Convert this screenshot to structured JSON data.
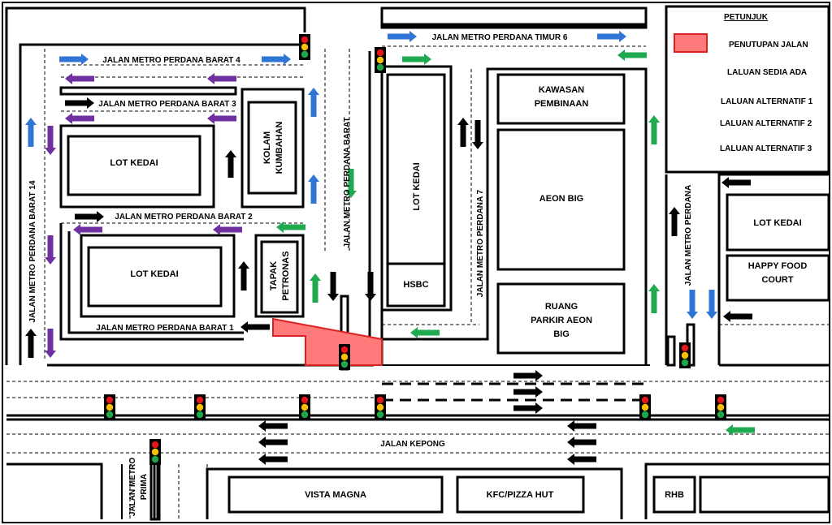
{
  "legend": {
    "title": "PETUNJUK",
    "items": [
      {
        "label": "PENUTUPAN JALAN",
        "color": "#ff7b7b"
      },
      {
        "label": "LALUAN SEDIA ADA",
        "color": "#000000"
      },
      {
        "label": "LALUAN ALTERNATIF 1",
        "color": "#7030a0"
      },
      {
        "label": "LALUAN ALTERNATIF 2",
        "color": "#2e75d6"
      },
      {
        "label": "LALUAN ALTERNATIF 3",
        "color": "#1faa4f"
      }
    ]
  },
  "roads": {
    "barat4": "JALAN METRO PERDANA BARAT 4",
    "barat3": "JALAN METRO PERDANA BARAT 3",
    "barat2": "JALAN METRO PERDANA BARAT 2",
    "barat1": "JALAN METRO PERDANA BARAT 1",
    "barat14": "JALAN METRO PERDANA BARAT 14",
    "barat": "JALAN METRO PERDANA BARAT",
    "timur6": "JALAN METRO PERDANA TIMUR 6",
    "perdana7": "JALAN METRO PERDANA 7",
    "perdana": "JALAN METRO PERDANA",
    "kepong": "JALAN KEPONG",
    "prima_1": "JALAN METRO",
    "prima_2": "PRIMA"
  },
  "buildings": {
    "lot_kedai_1": "LOT KEDAI",
    "lot_kedai_2": "LOT KEDAI",
    "lot_kedai_3": "LOT KEDAI",
    "lot_kedai_4": "LOT KEDAI",
    "kolam_1": "KOLAM",
    "kolam_2": "KUMBAHAN",
    "tapak_1": "TAPAK",
    "tapak_2": "PETRONAS",
    "hsbc": "HSBC",
    "kawasan_1": "KAWASAN",
    "kawasan_2": "PEMBINAAN",
    "aeon": "AEON BIG",
    "ruang_1": "RUANG",
    "ruang_2": "PARKIR AEON",
    "ruang_3": "BIG",
    "happy_1": "HAPPY FOOD",
    "happy_2": "COURT",
    "vista": "VISTA MAGNA",
    "kfc": "KFC/PIZZA HUT",
    "rhb": "RHB"
  },
  "colors": {
    "black": "#000000",
    "purple": "#7030a0",
    "blue": "#2e75d6",
    "green": "#1faa4f",
    "closure": "#ff7b7b",
    "closure_border": "#e02020"
  }
}
